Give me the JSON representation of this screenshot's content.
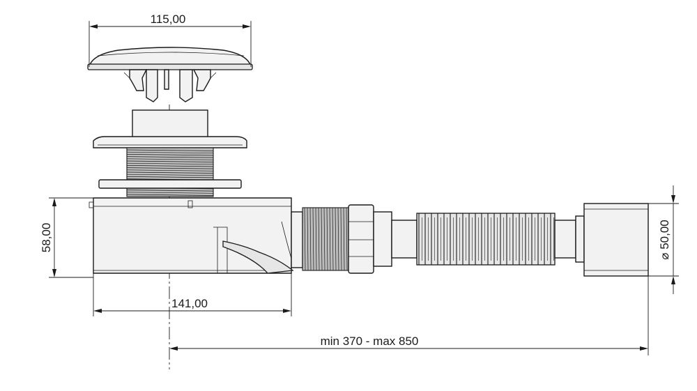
{
  "dimensions": {
    "top_width": "115,00",
    "height": "58,00",
    "body_length": "141,00",
    "pipe_diameter": "⌀ 50,00",
    "total_length": "min 370 - max 850"
  }
}
